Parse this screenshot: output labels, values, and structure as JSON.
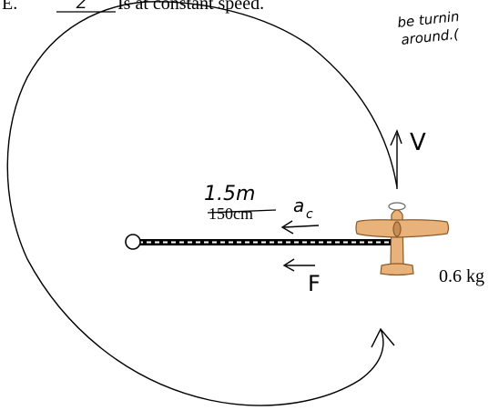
{
  "printed": {
    "item_letter": "E.",
    "item_text": "Is at constant speed.",
    "length_original": "150cm",
    "mass": "0.6 kg"
  },
  "handwritten": {
    "blank_answer": "Z",
    "margin_note_line1": "be turnin",
    "margin_note_line2": "around.(",
    "length_converted": "1.5m",
    "velocity_label": "V",
    "centripetal_accel_label": "a",
    "centripetal_accel_subscript": "c",
    "force_label": "F"
  },
  "colors": {
    "ink": "#000000",
    "airplane_fill": "#E8B27A",
    "airplane_stroke": "#8A5A2B",
    "rope_light": "#ffffff"
  }
}
